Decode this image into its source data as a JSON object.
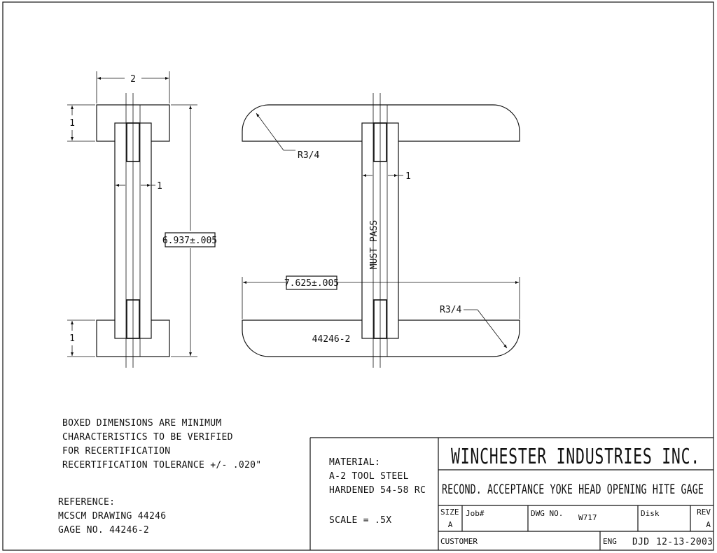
{
  "views": {
    "side": {
      "top_width": "2",
      "top_thickness": "1",
      "bottom_thickness": "1",
      "slot_width": "1",
      "height_boxed": "6.937±.005"
    },
    "front": {
      "radius_top": "R3/4",
      "radius_bottom": "R3/4",
      "slot_width": "1",
      "width_boxed": "7.625±.005",
      "must_pass": "MUST PASS",
      "part_number": "44246-2"
    }
  },
  "notes": [
    "BOXED DIMENSIONS ARE MINIMUM",
    "CHARACTERISTICS TO BE VERIFIED",
    "FOR RECERTIFICATION",
    "RECERTIFICATION TOLERANCE +/- .020\""
  ],
  "reference": [
    "REFERENCE:",
    "MCSCM DRAWING 44246",
    "GAGE NO. 44246-2"
  ],
  "material": [
    "MATERIAL:",
    "A-2 TOOL STEEL",
    "HARDENED 54-58 RC"
  ],
  "scale": "SCALE = .5X",
  "title_block": {
    "company": "WINCHESTER INDUSTRIES INC.",
    "title": "RECOND. ACCEPTANCE YOKE HEAD OPENING HITE GAGE",
    "size_label": "SIZE",
    "size_value": "A",
    "job_label": "Job#",
    "dwg_label": "DWG NO.",
    "dwg_value": "W717",
    "disk_label": "Disk",
    "rev_label": "REV",
    "rev_value": "A",
    "customer_label": "CUSTOMER",
    "eng_label": "ENG",
    "eng_value": "DJD",
    "date": "12-13-2003"
  }
}
